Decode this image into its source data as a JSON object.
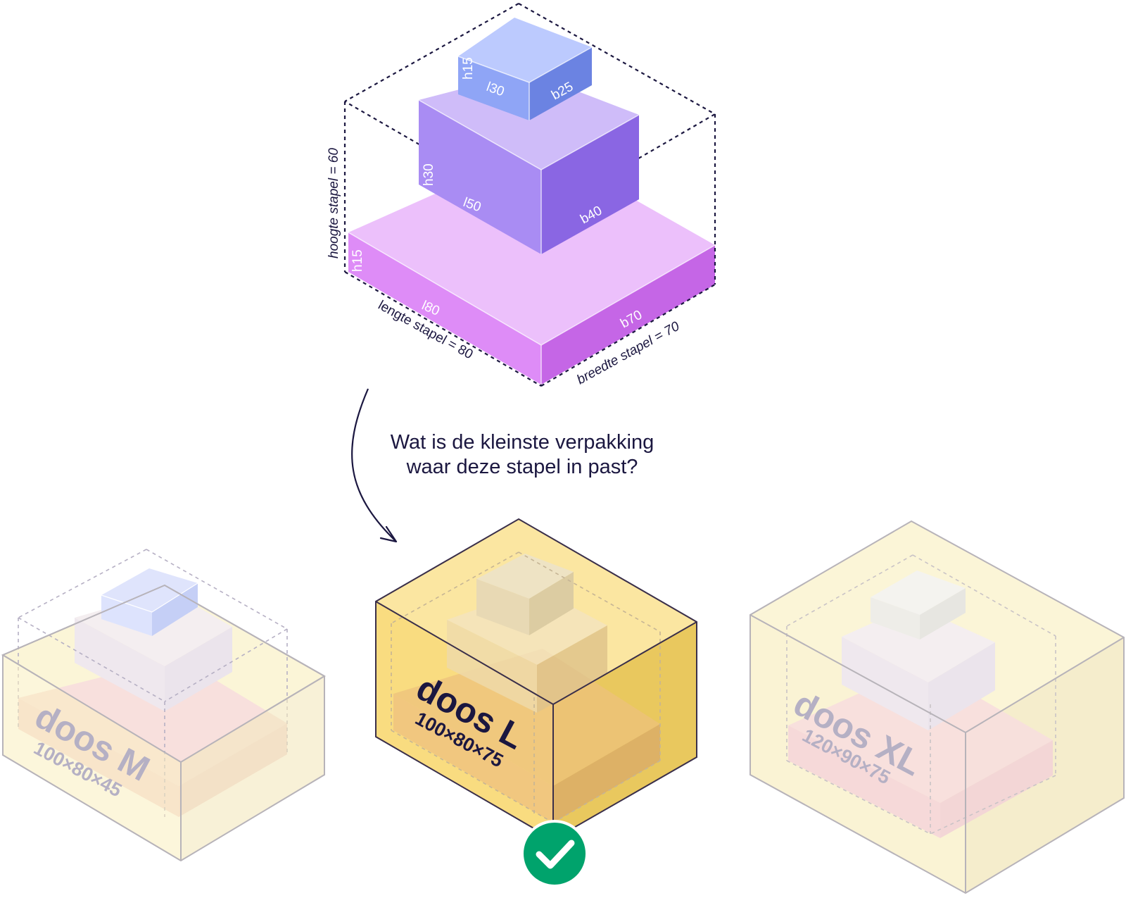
{
  "stack": {
    "top_block": {
      "h": "h15",
      "l": "l30",
      "b": "b25"
    },
    "middle_block": {
      "h": "h30",
      "l": "l50",
      "b": "b40"
    },
    "bottom_block": {
      "h": "h15",
      "l": "l80",
      "b": "b70"
    },
    "height_label": "hoogte stapel  = 60",
    "length_label": "lengte stapel = 80",
    "width_label": "breedte stapel = 70"
  },
  "question": {
    "line1": "Wat is de kleinste verpakking",
    "line2": "waar deze stapel in past?"
  },
  "boxes": [
    {
      "name": "doos M",
      "size": "100×80×45",
      "fits": false
    },
    {
      "name": "doos L",
      "size": "100×80×75",
      "fits": true
    },
    {
      "name": "doos XL",
      "size": "120×90×75",
      "fits": false
    }
  ],
  "colors": {
    "stack_top": "#8fa5f6",
    "stack_middle": "#a98cf3",
    "stack_bottom": "#de8cf7",
    "ink": "#1b1740",
    "box_active": "#f4d46b",
    "box_inactive": "#fbf3cf",
    "check_badge": "#00a36c"
  },
  "icons": {
    "fit_indicator": "checkmark-icon"
  }
}
